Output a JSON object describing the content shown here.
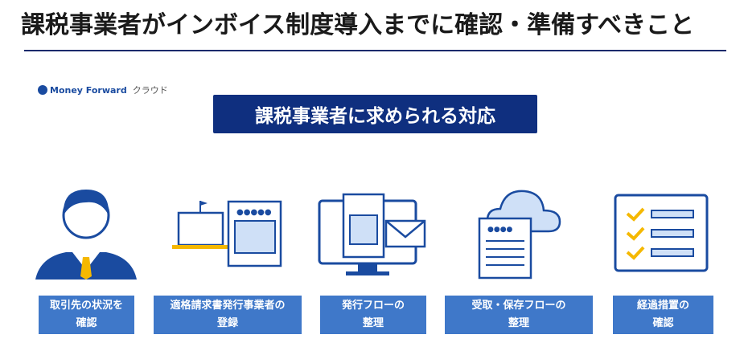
{
  "title": "課税事業者がインボイス制度導入までに確認・準備すべきこと",
  "logo": {
    "brand": "Money Forward",
    "suffix": "クラウド"
  },
  "heading": "課税事業者に求められる対応",
  "steps": [
    {
      "label": "取引先の状況を\n確認",
      "icon": "businessman-icon"
    },
    {
      "label": "適格請求書発行事業者の\n登録",
      "icon": "office-registration-icon"
    },
    {
      "label": "発行フローの\n整理",
      "icon": "monitor-invoice-icon"
    },
    {
      "label": "受取・保存フローの\n整理",
      "icon": "cloud-document-icon"
    },
    {
      "label": "経過措置の\n確認",
      "icon": "checklist-icon"
    }
  ],
  "colors": {
    "navy": "#0f2f7f",
    "box": "#3f78c9",
    "accent": "#f5b800",
    "icon": "#1a4ba0"
  }
}
